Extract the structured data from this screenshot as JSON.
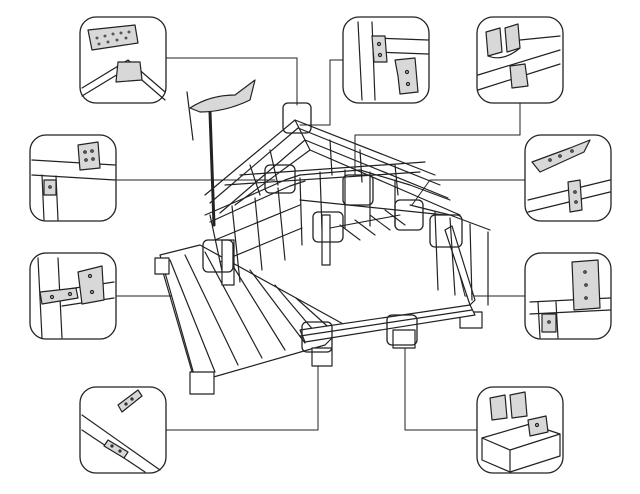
{
  "diagram": {
    "kind": "exploded-assembly",
    "subject": "timber-frame-building",
    "line_color": "#222222",
    "fill_color": "#ffffff",
    "plate_color": "#d8d8d8",
    "callouts": [
      {
        "id": "truss-gusset-plate",
        "icon": "nail-plate-icon"
      },
      {
        "id": "rafter-tie-bracket",
        "icon": "angle-bracket-icon"
      },
      {
        "id": "joist-hanger-top",
        "icon": "joist-hanger-icon"
      },
      {
        "id": "stud-angle-plate",
        "icon": "angle-plate-icon"
      },
      {
        "id": "ridge-hurricane-tie",
        "icon": "hurricane-tie-icon"
      },
      {
        "id": "floor-angle-bracket",
        "icon": "angle-bracket-icon"
      },
      {
        "id": "corner-angle-bracket",
        "icon": "corner-bracket-icon"
      },
      {
        "id": "joist-splice-plate",
        "icon": "splice-plate-icon"
      },
      {
        "id": "sill-u-bracket",
        "icon": "u-bracket-icon"
      }
    ]
  }
}
